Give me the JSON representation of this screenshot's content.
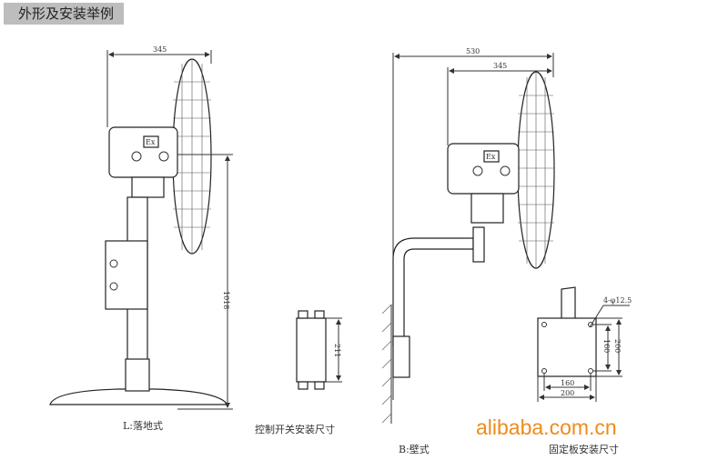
{
  "header": {
    "title": "外形及安装举例"
  },
  "floor_fan": {
    "width_dim": "345",
    "height_dim": "1018",
    "badge": "Ex",
    "caption": "L:落地式"
  },
  "control_switch": {
    "dim": "211",
    "caption": "控制开关安装尺寸"
  },
  "wall_fan": {
    "dim_total": "530",
    "dim_fan": "345",
    "badge": "Ex",
    "caption": "B:壁式"
  },
  "plate": {
    "hole_note": "4-φ12.5",
    "inner_v": "160",
    "outer_v": "200",
    "inner_h": "160",
    "outer_h": "200",
    "caption": "固定板安装尺寸"
  },
  "watermark": "alibaba.com.cn"
}
